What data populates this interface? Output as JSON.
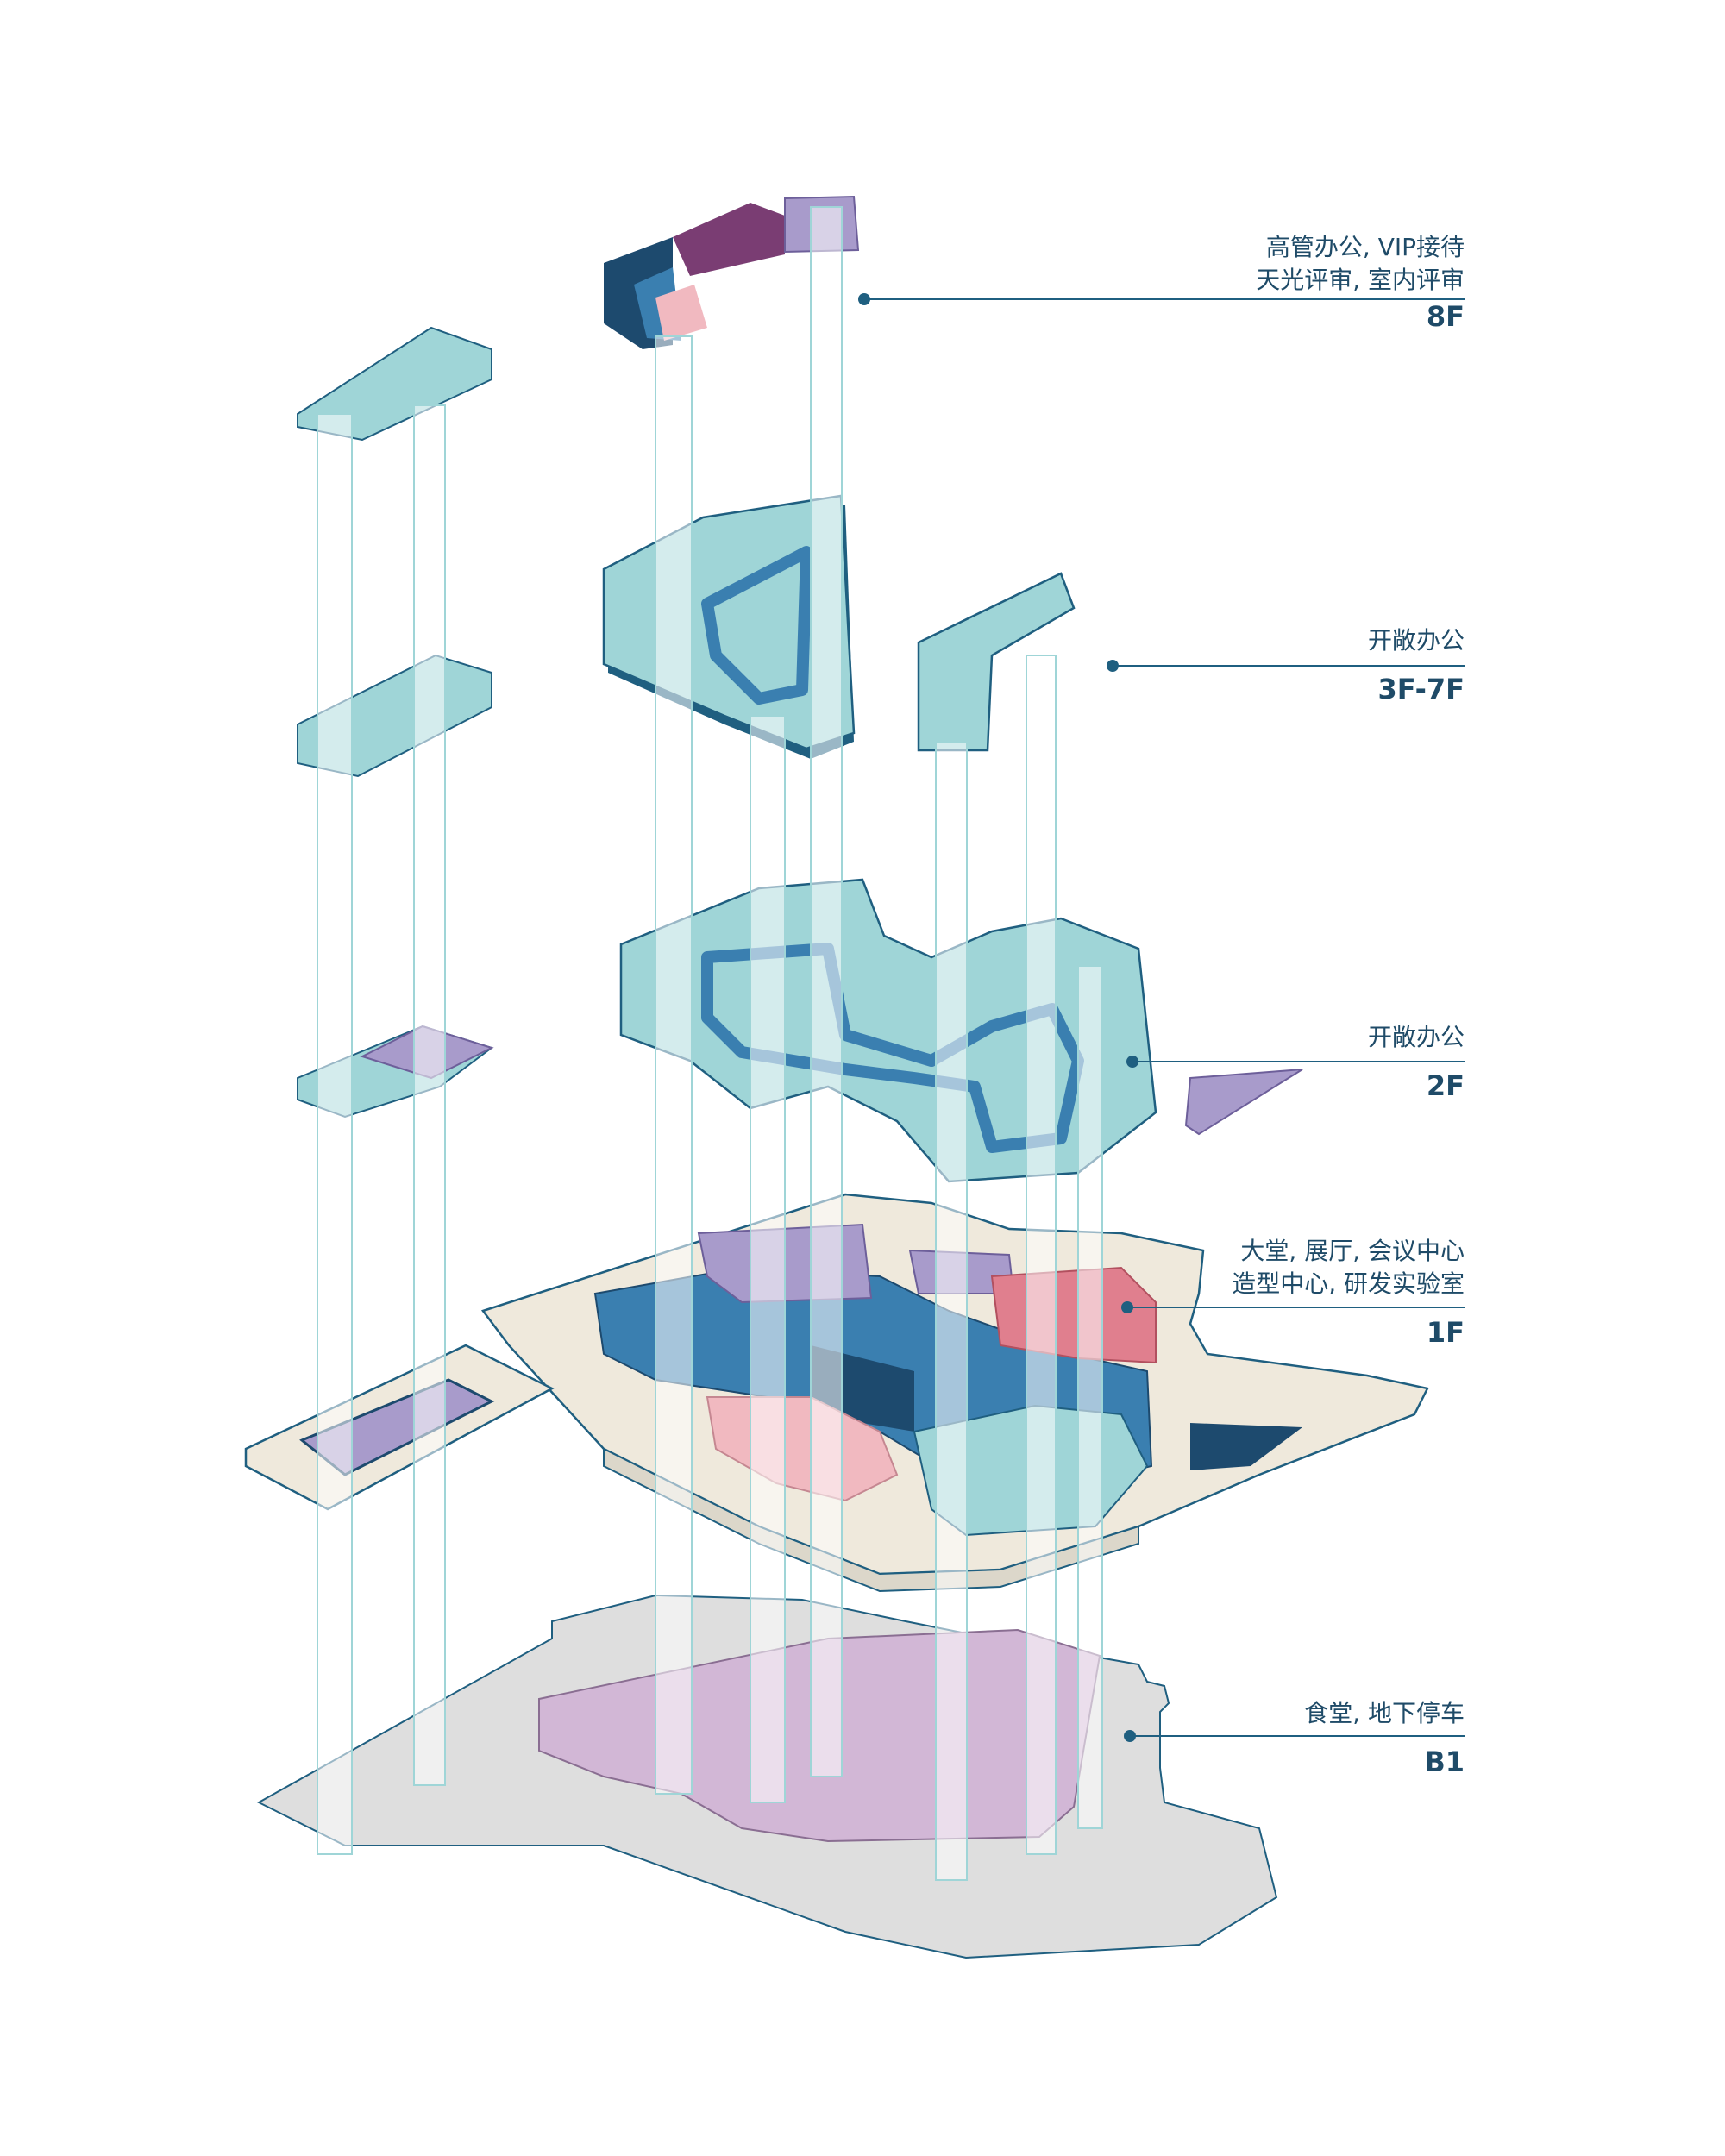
{
  "labels": [
    {
      "lines": [
        "高管办公, VIP接待",
        "天光评审, 室内评审"
      ],
      "floor": "8F"
    },
    {
      "lines": [
        "开敞办公"
      ],
      "floor": "3F-7F"
    },
    {
      "lines": [
        "开敞办公"
      ],
      "floor": "2F"
    },
    {
      "lines": [
        "大堂, 展厅, 会议中心",
        "造型中心, 研发实验室"
      ],
      "floor": "1F"
    },
    {
      "lines": [
        "食堂, 地下停车"
      ],
      "floor": "B1"
    }
  ],
  "colors": {
    "office_teal": "#9fd5d7",
    "circulation_blue": "#3a7fb0",
    "dark_navy": "#1d4a6e",
    "lavender": "#a89bcb",
    "plum": "#7a3d73",
    "pink": "#e07f8e",
    "light_pink": "#f1b9c0",
    "basement_lilac": "#d2b7d6",
    "ground_grey": "#dedede",
    "site_cream": "#efe9dc",
    "label_text": "#1f4b68"
  }
}
